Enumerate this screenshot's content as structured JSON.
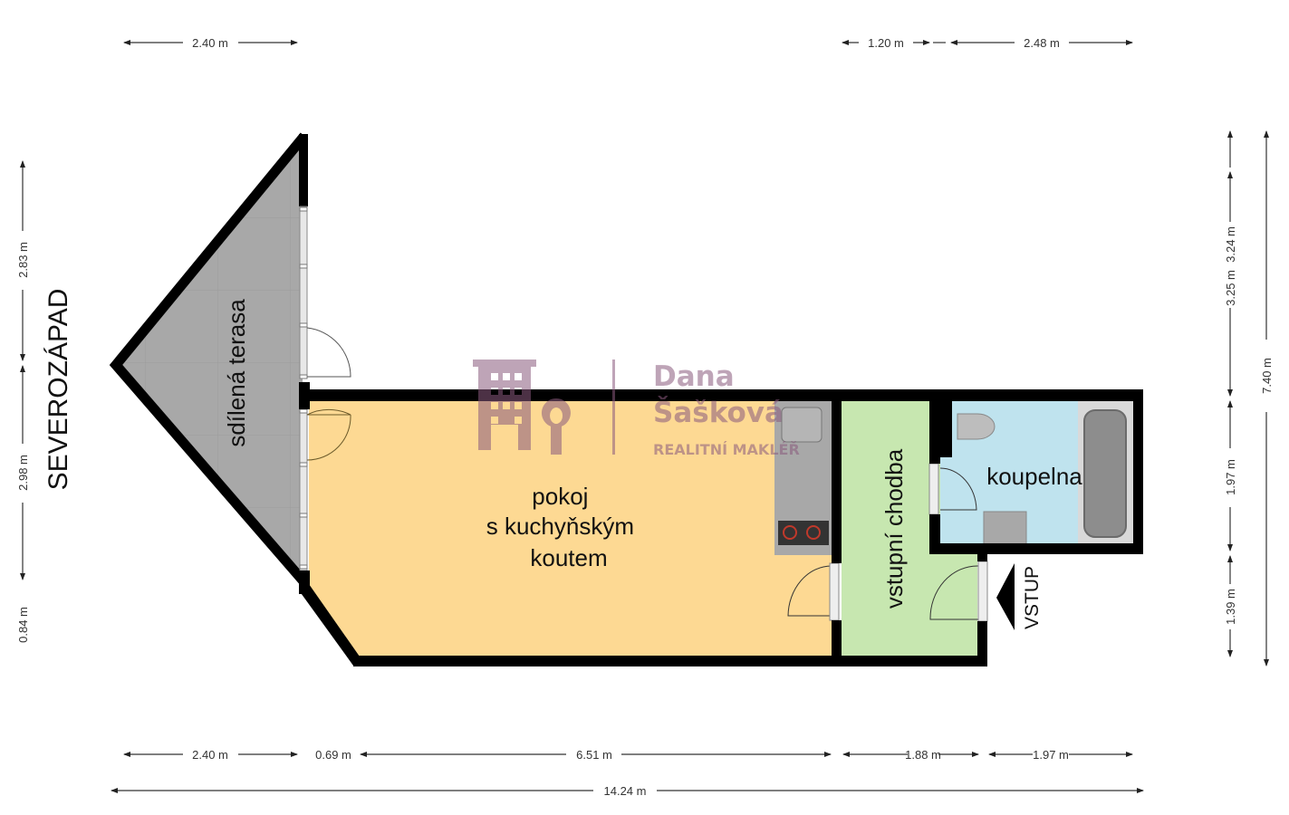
{
  "orientation_label": "SEVEROZÁPAD",
  "entrance_label": "VSTUP",
  "rooms": {
    "terrace": {
      "label": "sdílená terasa",
      "color": "#a9a9a9"
    },
    "living": {
      "label_lines": [
        "pokoj",
        "s kuchyňským",
        "koutem"
      ],
      "color": "#fdd993"
    },
    "hallway": {
      "label": "vstupní chodba",
      "color": "#c7e7b0"
    },
    "bathroom": {
      "label": "koupelna",
      "color": "#bfe3ee"
    }
  },
  "logo": {
    "name_line1": "Dana",
    "name_line2": "Šašková",
    "subtitle": "REALITNÍ MAKLÉŘ",
    "color": "#8a5a7e"
  },
  "dimensions": {
    "top": [
      "2.40 m",
      "1.20 m",
      "2.48 m"
    ],
    "bottom_segments": [
      "2.40 m",
      "0.69 m",
      "6.51 m",
      "1.88 m",
      "1.97 m"
    ],
    "bottom_total": "14.24 m",
    "left": [
      "2.83 m",
      "2.98 m",
      "0.84 m"
    ],
    "right_segments": [
      "3.25 m",
      "3.24 m",
      "1.97 m",
      "1.39 m"
    ],
    "right_total": "7.40 m"
  },
  "colors": {
    "wall": "#000000",
    "dimension_line": "#333333"
  }
}
